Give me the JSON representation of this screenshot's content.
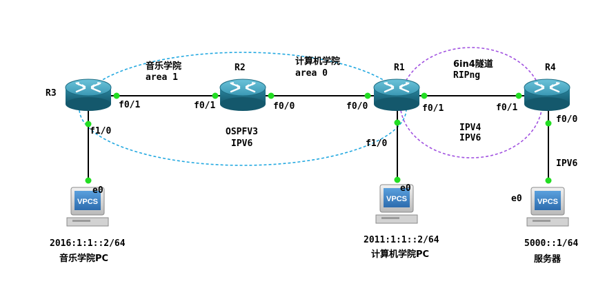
{
  "routers": {
    "r1": {
      "name": "R1"
    },
    "r2": {
      "name": "R2"
    },
    "r3": {
      "name": "R3"
    },
    "r4": {
      "name": "R4"
    }
  },
  "interfaces": {
    "r3_f01": "f0/1",
    "r3_f10": "f1/0",
    "r2_f01": "f0/1",
    "r2_f00": "f0/0",
    "r1_f00": "f0/0",
    "r1_f01": "f0/1",
    "r1_f10": "f1/0",
    "r4_f01": "f0/1",
    "r4_f00": "f0/0",
    "pc1_e0": "e0",
    "pc2_e0": "e0",
    "server_e0": "e0"
  },
  "areas": {
    "music_name": "音乐学院",
    "music_area": "area 1",
    "cs_name": "计算机学院",
    "cs_area": "area 0",
    "tunnel_name": "6in4隧道",
    "tunnel_proto": "RIPng"
  },
  "protocols": {
    "ospf_line1": "OSPFV3",
    "ospf_line2": "IPV6",
    "tunnel_line1": "IPV4",
    "tunnel_line2": "IPV6",
    "server_link": "IPV6"
  },
  "hosts": {
    "pc_music": {
      "badge": "VPCS",
      "address": "2016:1:1::2/64",
      "label": "音乐学院PC"
    },
    "pc_cs": {
      "badge": "VPCS",
      "address": "2011:1:1::2/64",
      "label": "计算机学院PC"
    },
    "server": {
      "badge": "VPCS",
      "address": "5000::1/64",
      "label": "服务器"
    }
  },
  "colors": {
    "router_body": "#1c6f86",
    "router_top": "#4aa9c3",
    "port_dot": "#22dd22",
    "ospf_ring": "#22a8e0",
    "rip_ring": "#a050e0",
    "vpcs_screen": "#3f86c9"
  }
}
